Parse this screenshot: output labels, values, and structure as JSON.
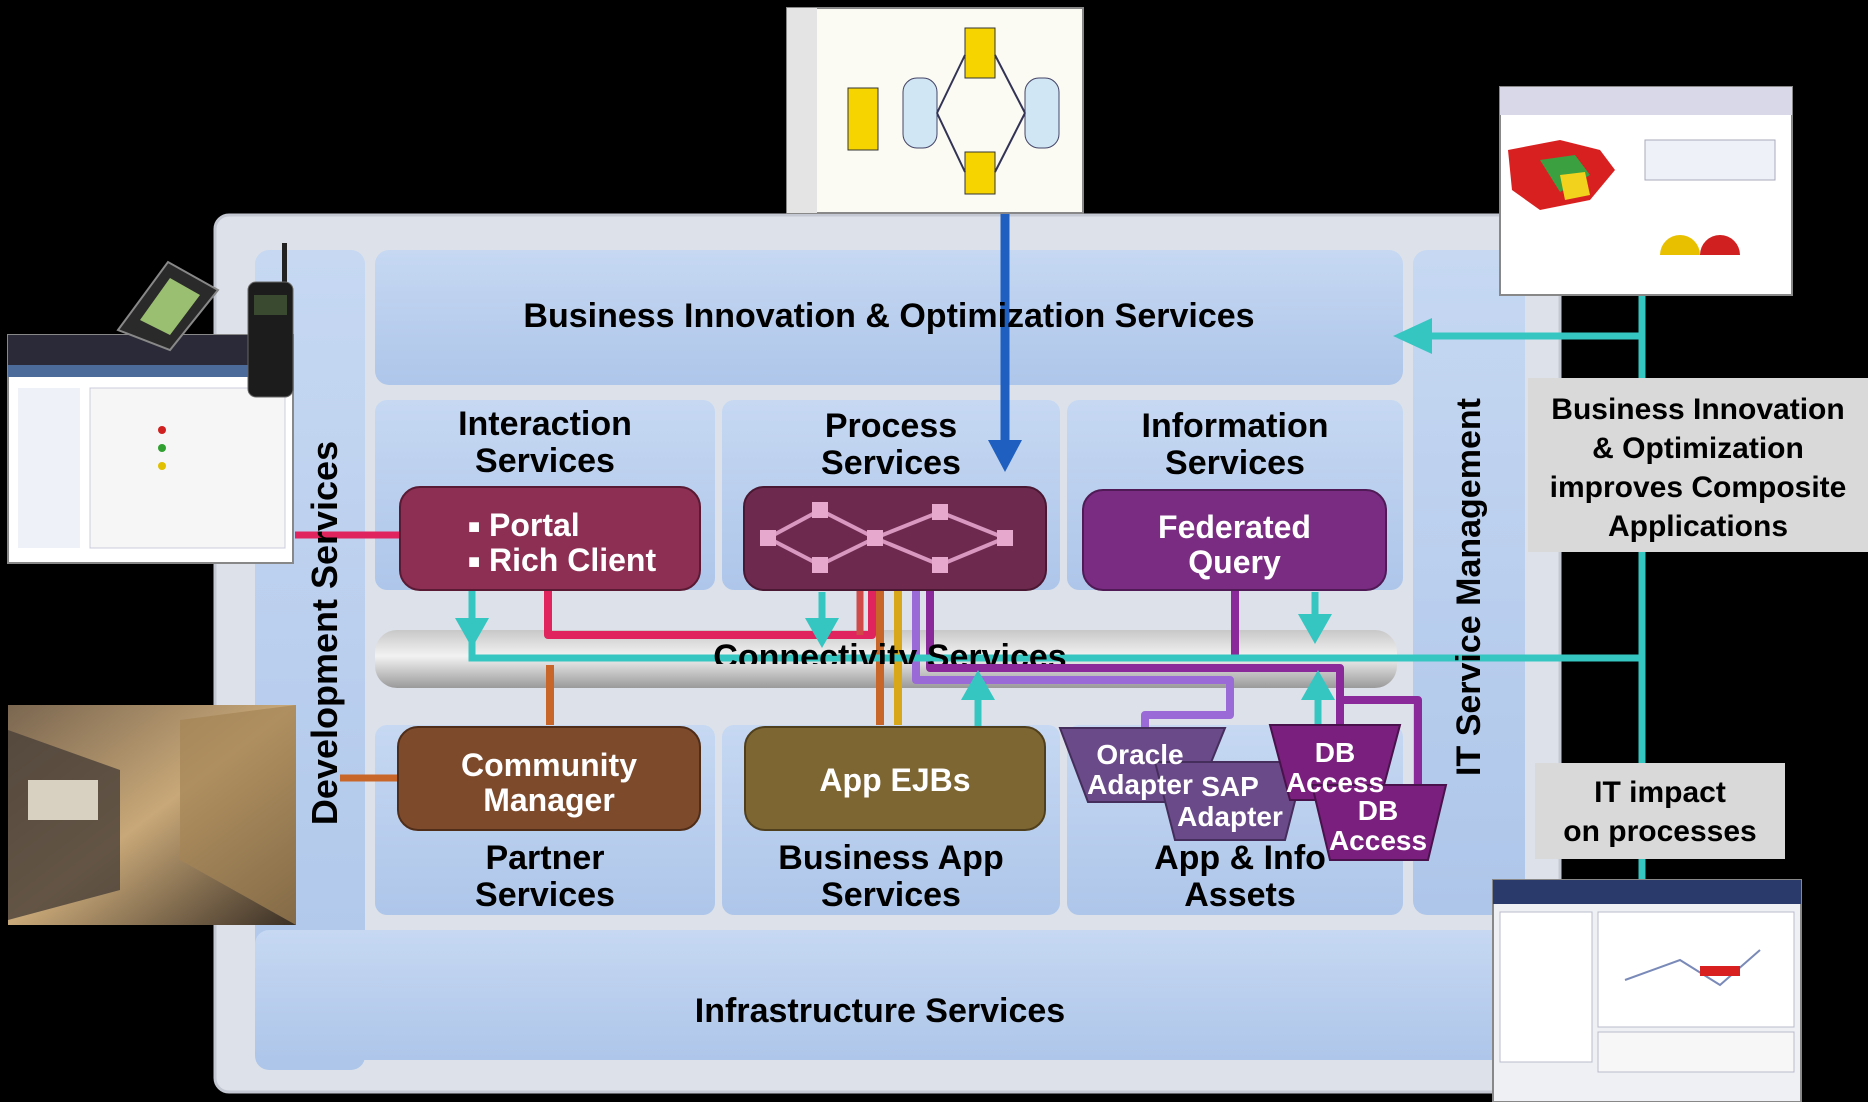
{
  "layers": {
    "business_innovation": "Business Innovation & Optimization Services",
    "development": "Development Services",
    "it_service_mgmt": "IT Service Management",
    "infrastructure": "Infrastructure Services",
    "connectivity": "Connectivity Services"
  },
  "groups": {
    "interaction": [
      "Interaction",
      "Services"
    ],
    "process": [
      "Process",
      "Services"
    ],
    "information": [
      "Information",
      "Services"
    ],
    "partner": [
      "Partner",
      "Services"
    ],
    "business_app": [
      "Business App",
      "Services"
    ],
    "app_info": [
      "App & Info",
      "Assets"
    ]
  },
  "components": {
    "portal": "Portal",
    "rich_client": "Rich Client",
    "federated_query": [
      "Federated",
      "Query"
    ],
    "community_manager": [
      "Community",
      "Manager"
    ],
    "app_ejbs": "App EJBs",
    "oracle_adapter": [
      "Oracle",
      "Adapter"
    ],
    "sap_adapter": [
      "SAP",
      "Adapter"
    ],
    "db_access_1": [
      "DB",
      "Access"
    ],
    "db_access_2": [
      "DB",
      "Access"
    ]
  },
  "callouts": {
    "bio": [
      "Business Innovation",
      "& Optimization",
      "improves Composite",
      "Applications"
    ],
    "it_impact": [
      "IT impact",
      "on processes"
    ]
  },
  "screenshots": {
    "top_workflow": "process-modeler-screenshot",
    "top_right": "dashboard-map-screenshot",
    "left_top": "performance-workplace-screenshot",
    "left_bottom": "warehouse-photo",
    "bottom_right": "system-manager-screenshot"
  },
  "colors": {
    "frame": "#dde2ea",
    "panel": "#b8cfee",
    "interaction": "#8c2f52",
    "process": "#6e2a4e",
    "information": "#7a2c82",
    "partner": "#7d4a2c",
    "business_app": "#7e6632",
    "adapter": "#6b4a8a",
    "db": "#7a1f7e",
    "cyan": "#35c6c2",
    "blue_arrow": "#1e5fc0"
  }
}
